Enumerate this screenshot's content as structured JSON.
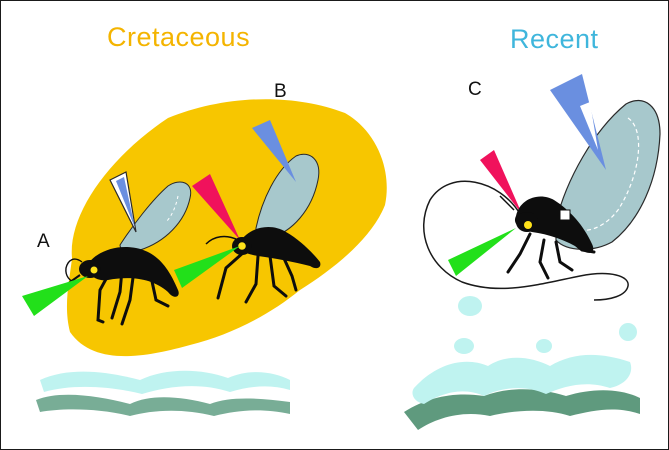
{
  "titles": {
    "cretaceous": "Cretaceous",
    "recent": "Recent"
  },
  "labels": {
    "a": "A",
    "b": "B",
    "c": "C"
  },
  "colors": {
    "cretaceous_title": "#f4b400",
    "recent_title": "#3fb6dc",
    "amber_background": "#f7c600",
    "insect_body": "#0d0d0d",
    "wing_fill": "#a7c8cc",
    "green_cone": "#22e01a",
    "pink_cone": "#f0125c",
    "blue_cone": "#6a8fe0",
    "eye": "#ffe21a",
    "water_light": "#bff3f0",
    "water_dark": "#78ad96"
  }
}
